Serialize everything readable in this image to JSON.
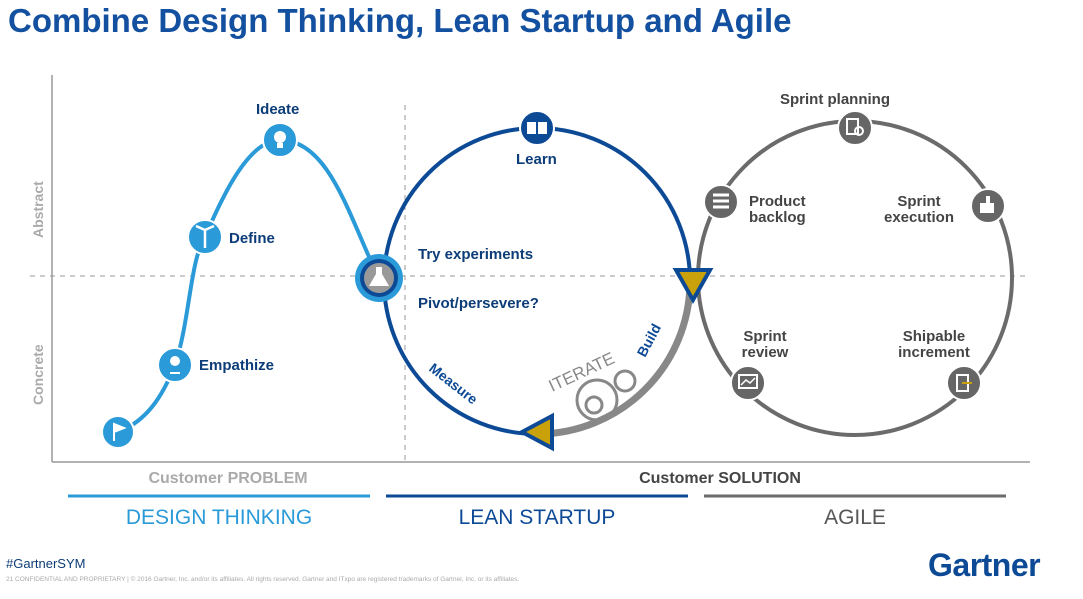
{
  "title": "Combine Design Thinking, Lean Startup and Agile",
  "axes": {
    "abstract": "Abstract",
    "concrete": "Concrete"
  },
  "design_thinking": {
    "steps": [
      "Empathize",
      "Define",
      "Ideate"
    ],
    "icons": [
      "flag-icon",
      "person-pin-icon",
      "directions-icon",
      "lightbulb-icon"
    ]
  },
  "lean_startup": {
    "learn": "Learn",
    "try": "Try experiments",
    "pivot": "Pivot/persevere?",
    "build": "Build",
    "measure": "Measure",
    "iterate": "ITERATE",
    "icons": [
      "book-icon",
      "flask-icon"
    ]
  },
  "agile": {
    "sprint_planning": "Sprint planning",
    "product_backlog": "Product backlog",
    "sprint_execution": "Sprint execution",
    "sprint_review": "Sprint review",
    "shipable_increment": "Shipable increment"
  },
  "sections": {
    "problem": "Customer PROBLEM",
    "solution": "Customer SOLUTION"
  },
  "phases": {
    "design_thinking": "DESIGN THINKING",
    "lean_startup": "LEAN STARTUP",
    "agile": "AGILE"
  },
  "colors": {
    "dt": "#2a9ad8",
    "lean": "#0d4a96",
    "agile": "#6b6b6b",
    "accent": "#c9a10a"
  },
  "footer": {
    "hashtag": "#GartnerSYM",
    "legal": "21   CONFIDENTIAL AND PROPRIETARY  |  © 2016 Gartner, Inc. and/or its affiliates. All rights reserved. Gartner and ITxpo are registered trademarks of Gartner, Inc. or its affiliates.",
    "logo": "Gartner"
  }
}
